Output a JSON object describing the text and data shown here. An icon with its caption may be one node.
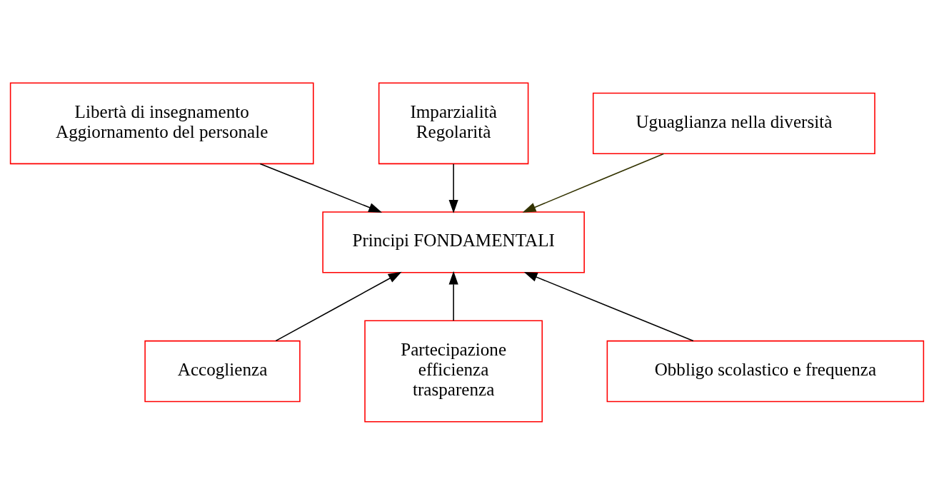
{
  "diagram": {
    "nodes": [
      {
        "text": [
          "Libertà di insegnamento",
          "Aggiornamento del personale"
        ]
      },
      {
        "text": [
          "Imparzialità",
          "Regolarità"
        ]
      },
      {
        "text": [
          "Uguaglianza nella diversità"
        ]
      },
      {
        "text": [
          "Principi FONDAMENTALI"
        ]
      },
      {
        "text": [
          "Accoglienza"
        ]
      },
      {
        "text": [
          "Partecipazione",
          "efficienza",
          "trasparenza"
        ]
      },
      {
        "text": [
          "Obbligo scolastico e frequenza"
        ]
      }
    ],
    "edges": [
      {
        "from": 0,
        "to": 3,
        "arrow": "to"
      },
      {
        "from": 1,
        "to": 3,
        "arrow": "to"
      },
      {
        "from": 2,
        "to": 3,
        "arrow": "to",
        "color": "#333300"
      },
      {
        "from": 4,
        "to": 3,
        "arrow": "to"
      },
      {
        "from": 5,
        "to": 3,
        "arrow": "to"
      },
      {
        "from": 6,
        "to": 3,
        "arrow": "to"
      }
    ]
  }
}
